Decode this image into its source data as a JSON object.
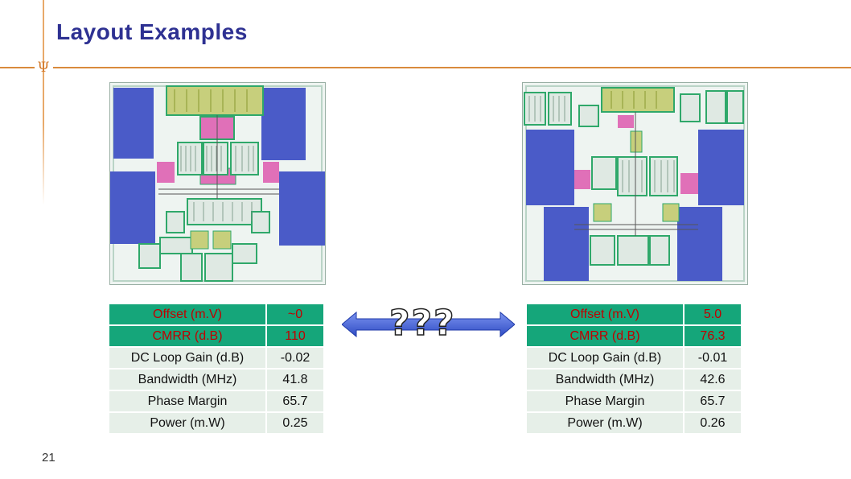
{
  "slide": {
    "title": "Layout Examples",
    "page_number": "21",
    "middle_label": "???"
  },
  "left_table": [
    {
      "metric": "Offset (m.V)",
      "value": "~0",
      "highlight": true
    },
    {
      "metric": "CMRR (d.B)",
      "value": "110",
      "highlight": true
    },
    {
      "metric": "DC Loop Gain (d.B)",
      "value": "-0.02",
      "highlight": false
    },
    {
      "metric": "Bandwidth (MHz)",
      "value": "41.8",
      "highlight": false
    },
    {
      "metric": "Phase Margin",
      "value": "65.7",
      "highlight": false
    },
    {
      "metric": "Power (m.W)",
      "value": "0.25",
      "highlight": false
    }
  ],
  "right_table": [
    {
      "metric": "Offset (m.V)",
      "value": "5.0",
      "highlight": true
    },
    {
      "metric": "CMRR (d.B)",
      "value": "76.3",
      "highlight": true
    },
    {
      "metric": "DC Loop Gain (d.B)",
      "value": "-0.01",
      "highlight": false
    },
    {
      "metric": "Bandwidth (MHz)",
      "value": "42.6",
      "highlight": false
    },
    {
      "metric": "Phase Margin",
      "value": "65.7",
      "highlight": false
    },
    {
      "metric": "Power (m.W)",
      "value": "0.26",
      "highlight": false
    }
  ],
  "colors": {
    "title": "#2e3192",
    "accent_line": "#d98a3c",
    "table_highlight_bg": "#15a67a",
    "table_highlight_text": "#c00000",
    "table_bg": "#e6efe8",
    "arrow": "#3b5bd6",
    "metal_blue": "#4a5bc8",
    "poly_pink": "#e070b8",
    "diff_olive": "#a9b74a",
    "guard_green": "#2fa86a"
  },
  "icons": [
    "university-logo-icon",
    "double-arrow-icon"
  ]
}
